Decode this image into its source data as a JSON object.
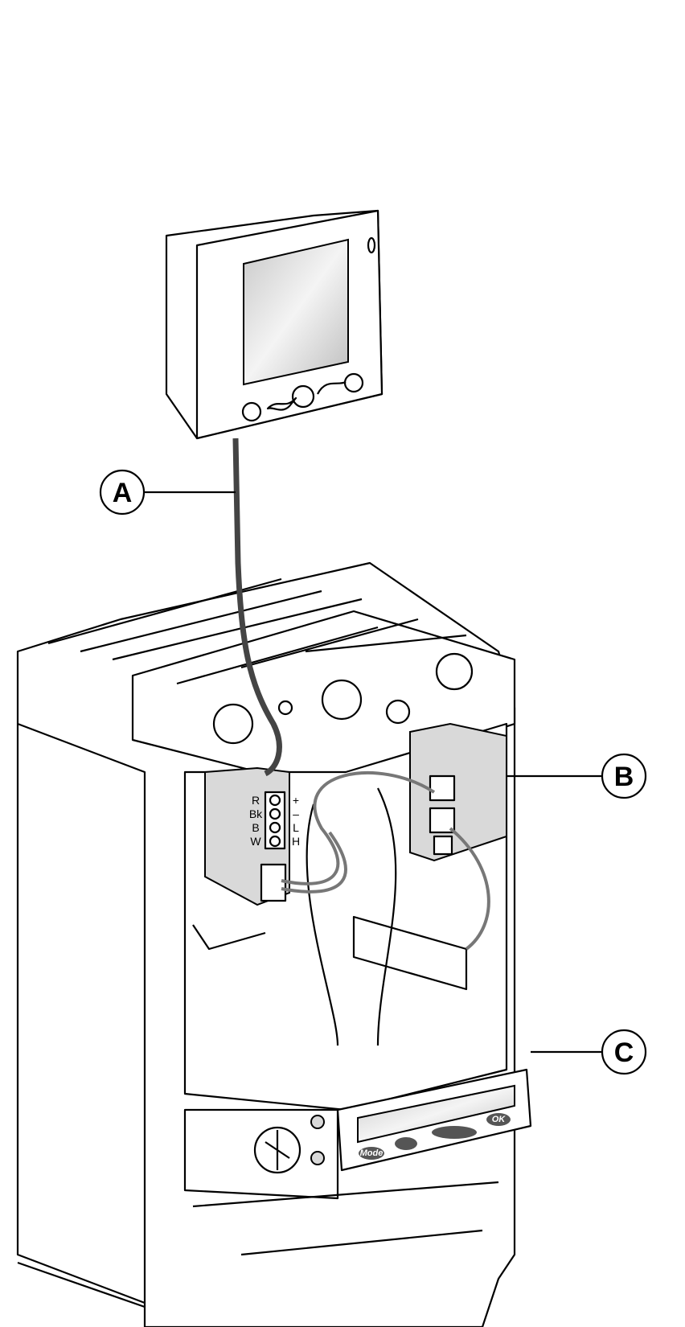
{
  "callouts": {
    "a": "A",
    "b": "B",
    "c": "C"
  },
  "terminal_block": {
    "top_labels": [
      "+",
      "–",
      "L",
      "H"
    ],
    "wire_labels": [
      "R",
      "Bk",
      "B",
      "W"
    ]
  },
  "trip_unit": {
    "mode_button": "Mode",
    "ok_button": "OK"
  },
  "colors": {
    "line": "#000000",
    "shade": "#d9d9d9",
    "cable": "#555555"
  }
}
